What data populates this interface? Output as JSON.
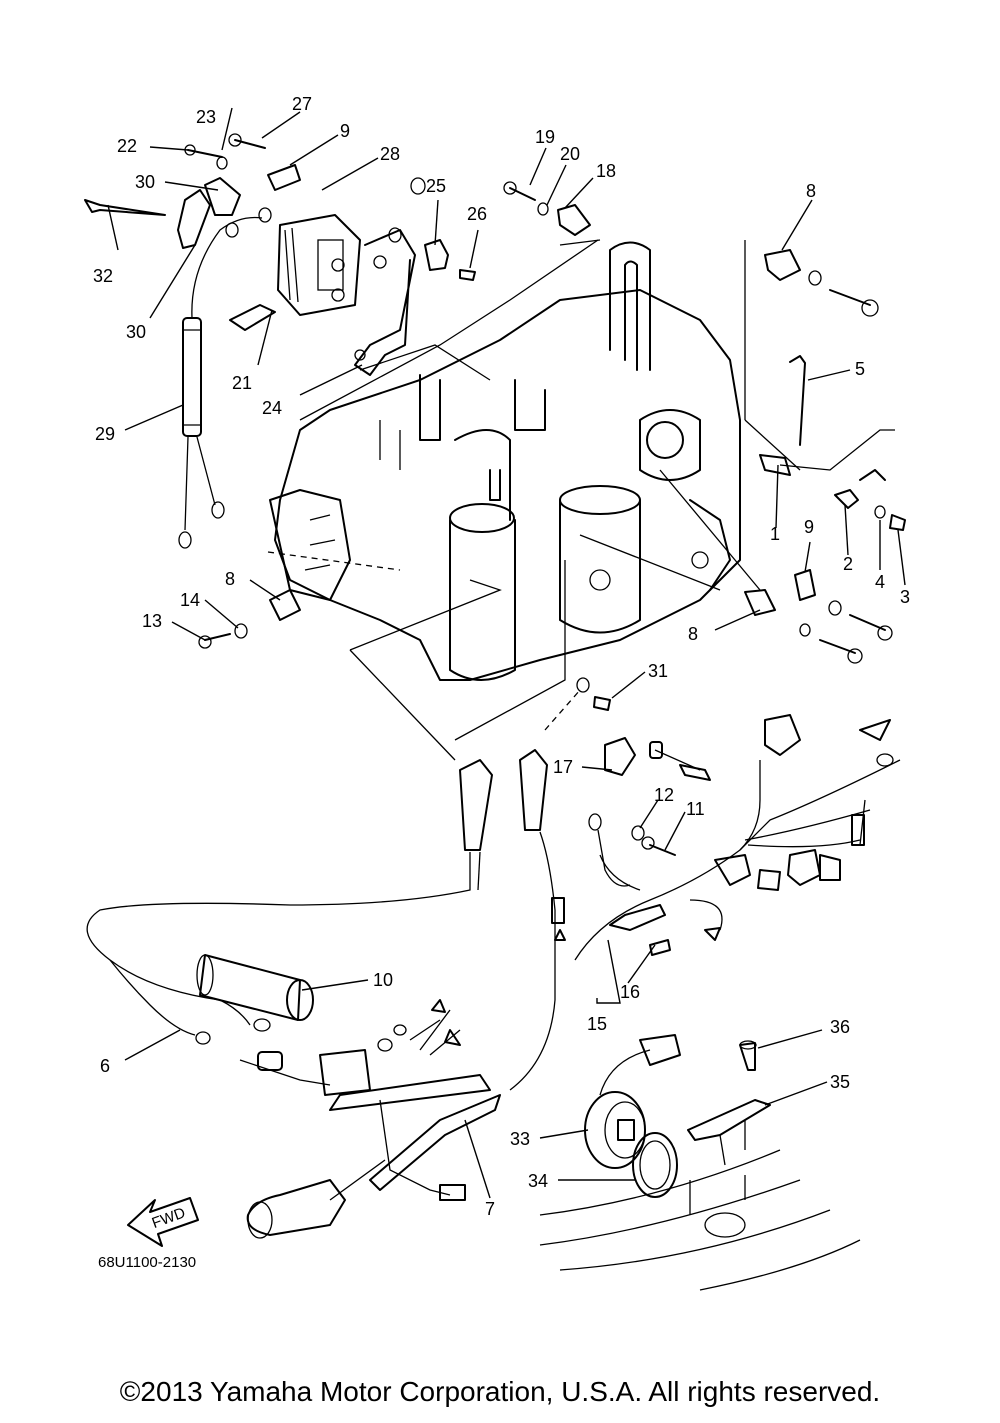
{
  "diagram": {
    "ref_code": "68U1100-2130",
    "fwd_label": "FWD",
    "callouts": [
      "1",
      "2",
      "3",
      "4",
      "5",
      "6",
      "7",
      "8",
      "8",
      "8",
      "9",
      "9",
      "10",
      "11",
      "12",
      "13",
      "14",
      "15",
      "16",
      "17",
      "18",
      "19",
      "20",
      "21",
      "22",
      "23",
      "24",
      "25",
      "26",
      "27",
      "28",
      "29",
      "30",
      "30",
      "31",
      "32",
      "33",
      "34",
      "35",
      "36"
    ]
  },
  "footer": {
    "copyright": "©2013 Yamaha Motor Corporation, U.S.A. All rights reserved."
  }
}
